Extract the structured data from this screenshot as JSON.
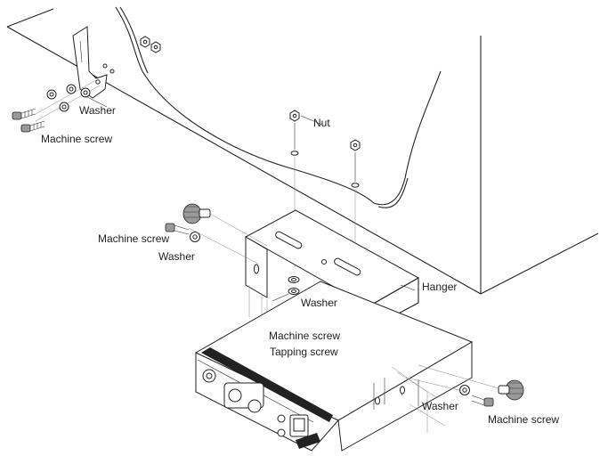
{
  "labels": {
    "washer_top": "Washer",
    "machine_screw_top": "Machine screw",
    "nut": "Nut",
    "machine_screw_left": "Machine screw",
    "washer_left": "Washer",
    "hanger": "Hanger",
    "washer_mid": "Washer",
    "machine_screw_mid": "Machine screw",
    "tapping_screw": "Tapping screw",
    "washer_right": "Washer",
    "machine_screw_right": "Machine screw"
  }
}
